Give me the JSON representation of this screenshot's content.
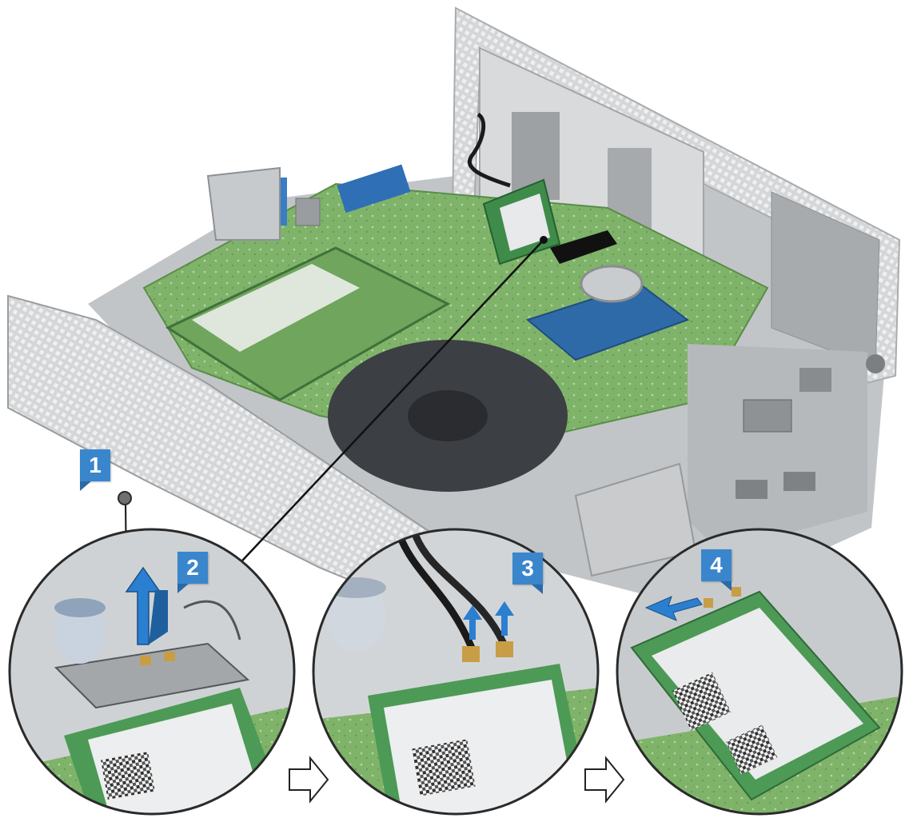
{
  "steps": [
    {
      "label": "1"
    },
    {
      "label": "2"
    },
    {
      "label": "3"
    },
    {
      "label": "4"
    }
  ],
  "colors": {
    "badge": "#3a86cc",
    "badge_shadow": "#2c6aa6",
    "pcb_green": "#5aa04a",
    "chassis_gray": "#b9bcbf",
    "mesh_gray": "#c9ccce",
    "arrow_blue": "#2b7fd0",
    "card_label": "#dfe3e6"
  },
  "icons": [
    "step-arrow-icon",
    "lift-arrow-icon",
    "slide-arrow-icon"
  ]
}
